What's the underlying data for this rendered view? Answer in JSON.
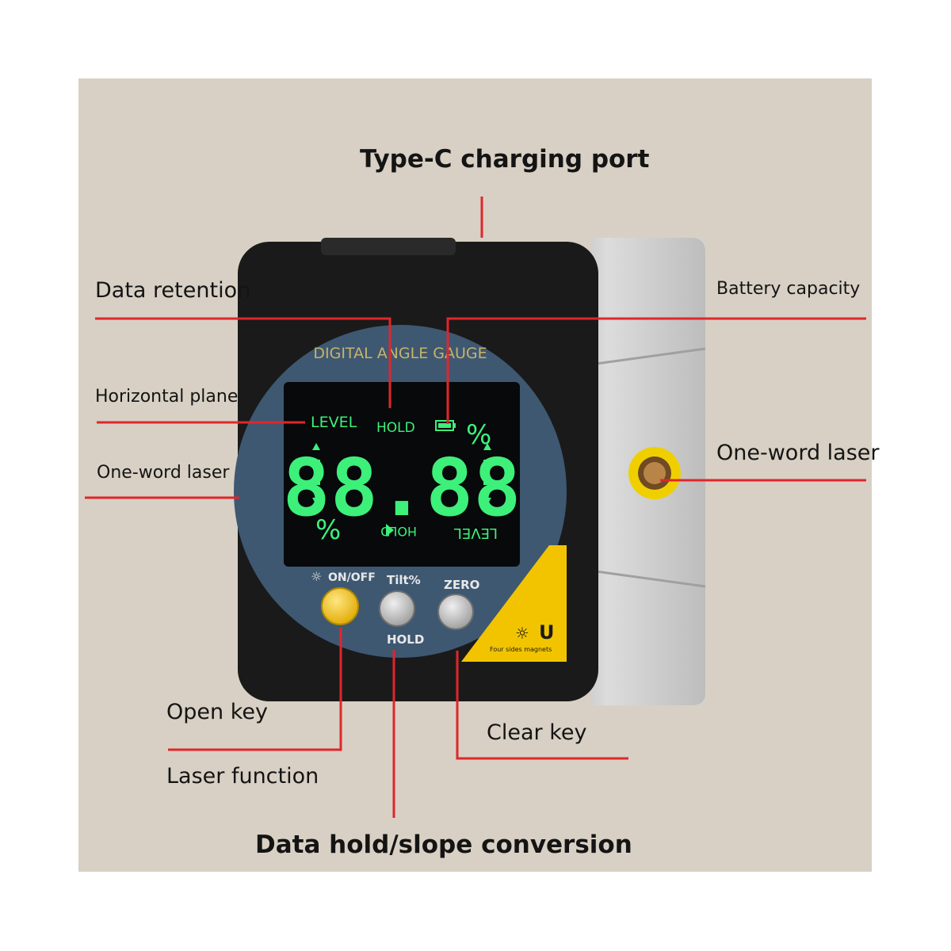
{
  "callouts": {
    "top": "Type-C charging port",
    "data_retention": "Data retention",
    "horizontal_plane": "Horizontal plane",
    "one_word_laser_left": "One-word laser",
    "battery_capacity": "Battery capacity",
    "one_word_laser_right": "One-word laser",
    "open_key": "Open key",
    "laser_function": "Laser function",
    "clear_key": "Clear key",
    "bottom": "Data hold/slope conversion"
  },
  "device": {
    "brand_text": "DIGITAL ANGLE GAUGE",
    "display": {
      "level": "LEVEL",
      "hold": "HOLD",
      "percent": "%",
      "digits": "88.88",
      "mirrored_hold": "HOLD",
      "mirrored_level": "LEVEL"
    },
    "buttons": {
      "on_off": "ON/OFF",
      "tilt": "Tilt%",
      "zero": "ZERO",
      "hold": "HOLD"
    },
    "magnet_text": "Four sides magnets",
    "magnet_symbol": "U"
  },
  "colors": {
    "backdrop": "#d8d0c4",
    "leader_line": "#e0262b",
    "lcd_green": "#3df07a",
    "face_blue": "#3e5872",
    "body_black": "#1a1a1a",
    "aluminum": "#c9c9c9",
    "accent_yellow": "#f2c400"
  }
}
